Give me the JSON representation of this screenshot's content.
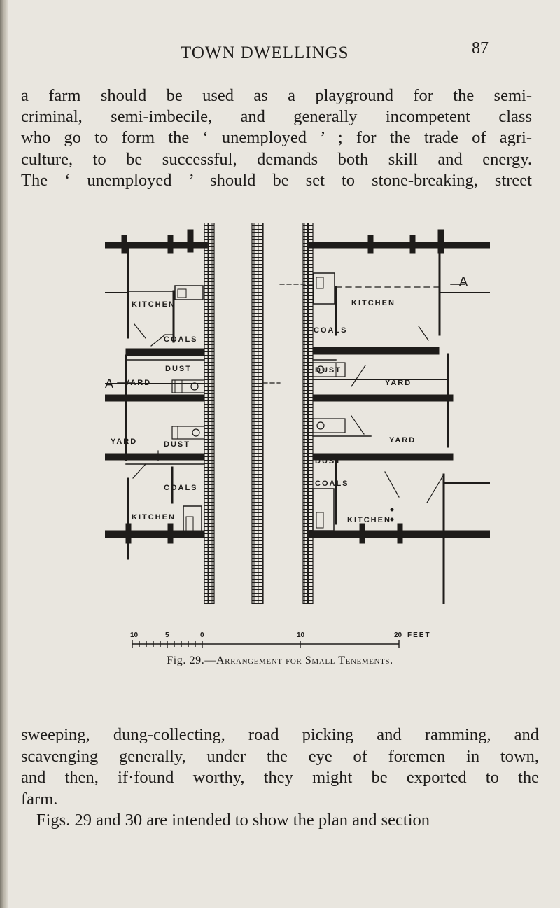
{
  "running_head": {
    "title": "TOWN DWELLINGS",
    "page_number": "87"
  },
  "paragraph_top": [
    "a farm should be used as a playground for the semi-",
    "criminal, semi-imbecile, and generally incompetent class",
    "who go to form the ‘ unemployed ’ ; for the trade of agri-",
    "culture, to be successful, demands both skill and energy.",
    "The ‘ unemployed ’ should be set to stone-breaking, street"
  ],
  "figure": {
    "labels": {
      "kitchen": "KITCHEN",
      "coals": "COALS",
      "dust": "DUST",
      "yard": "YARD",
      "section_a": "A"
    },
    "scale": {
      "ticks": [
        "10",
        "5",
        "0",
        "10",
        "20"
      ],
      "unit": "FEET"
    },
    "caption_number": "Fig. 29.",
    "caption_text": "—Arrangement for Small Tenements."
  },
  "paragraph_bottom": [
    "sweeping, dung-collecting, road picking and ramming, and",
    "scavenging generally, under the eye of foremen in town,",
    "and then, if·found worthy, they might be exported to the",
    "farm.",
    "Figs. 29 and 30 are intended to show the plan and section"
  ]
}
